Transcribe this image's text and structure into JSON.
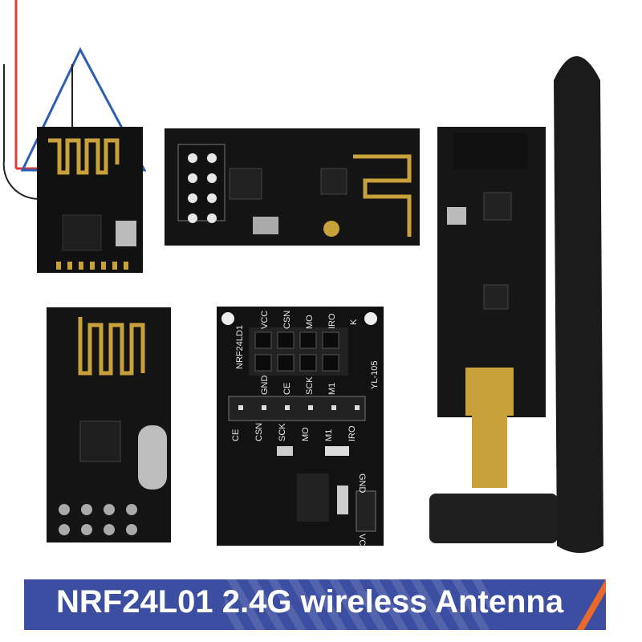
{
  "banner": {
    "title": "NRF24L01 2.4G wireless Antenna",
    "background": "#3b4ea1",
    "accent": "#e8692a"
  },
  "logo": {
    "colors": [
      "#e53935",
      "#2b5fb4",
      "#222222"
    ]
  },
  "adapter_board": {
    "model": "NRF24LD1",
    "part": "YL-105",
    "socket_top_labels": [
      "VCC",
      "CSN",
      "MO",
      "IRO"
    ],
    "socket_bottom_labels": [
      "GND",
      "CE",
      "SCK",
      "M1"
    ],
    "header_labels": [
      "CE",
      "CSN",
      "SCK",
      "MO",
      "M1",
      "IRO"
    ],
    "power_labels": [
      "GND",
      "VCC"
    ],
    "corner_label": "K"
  }
}
